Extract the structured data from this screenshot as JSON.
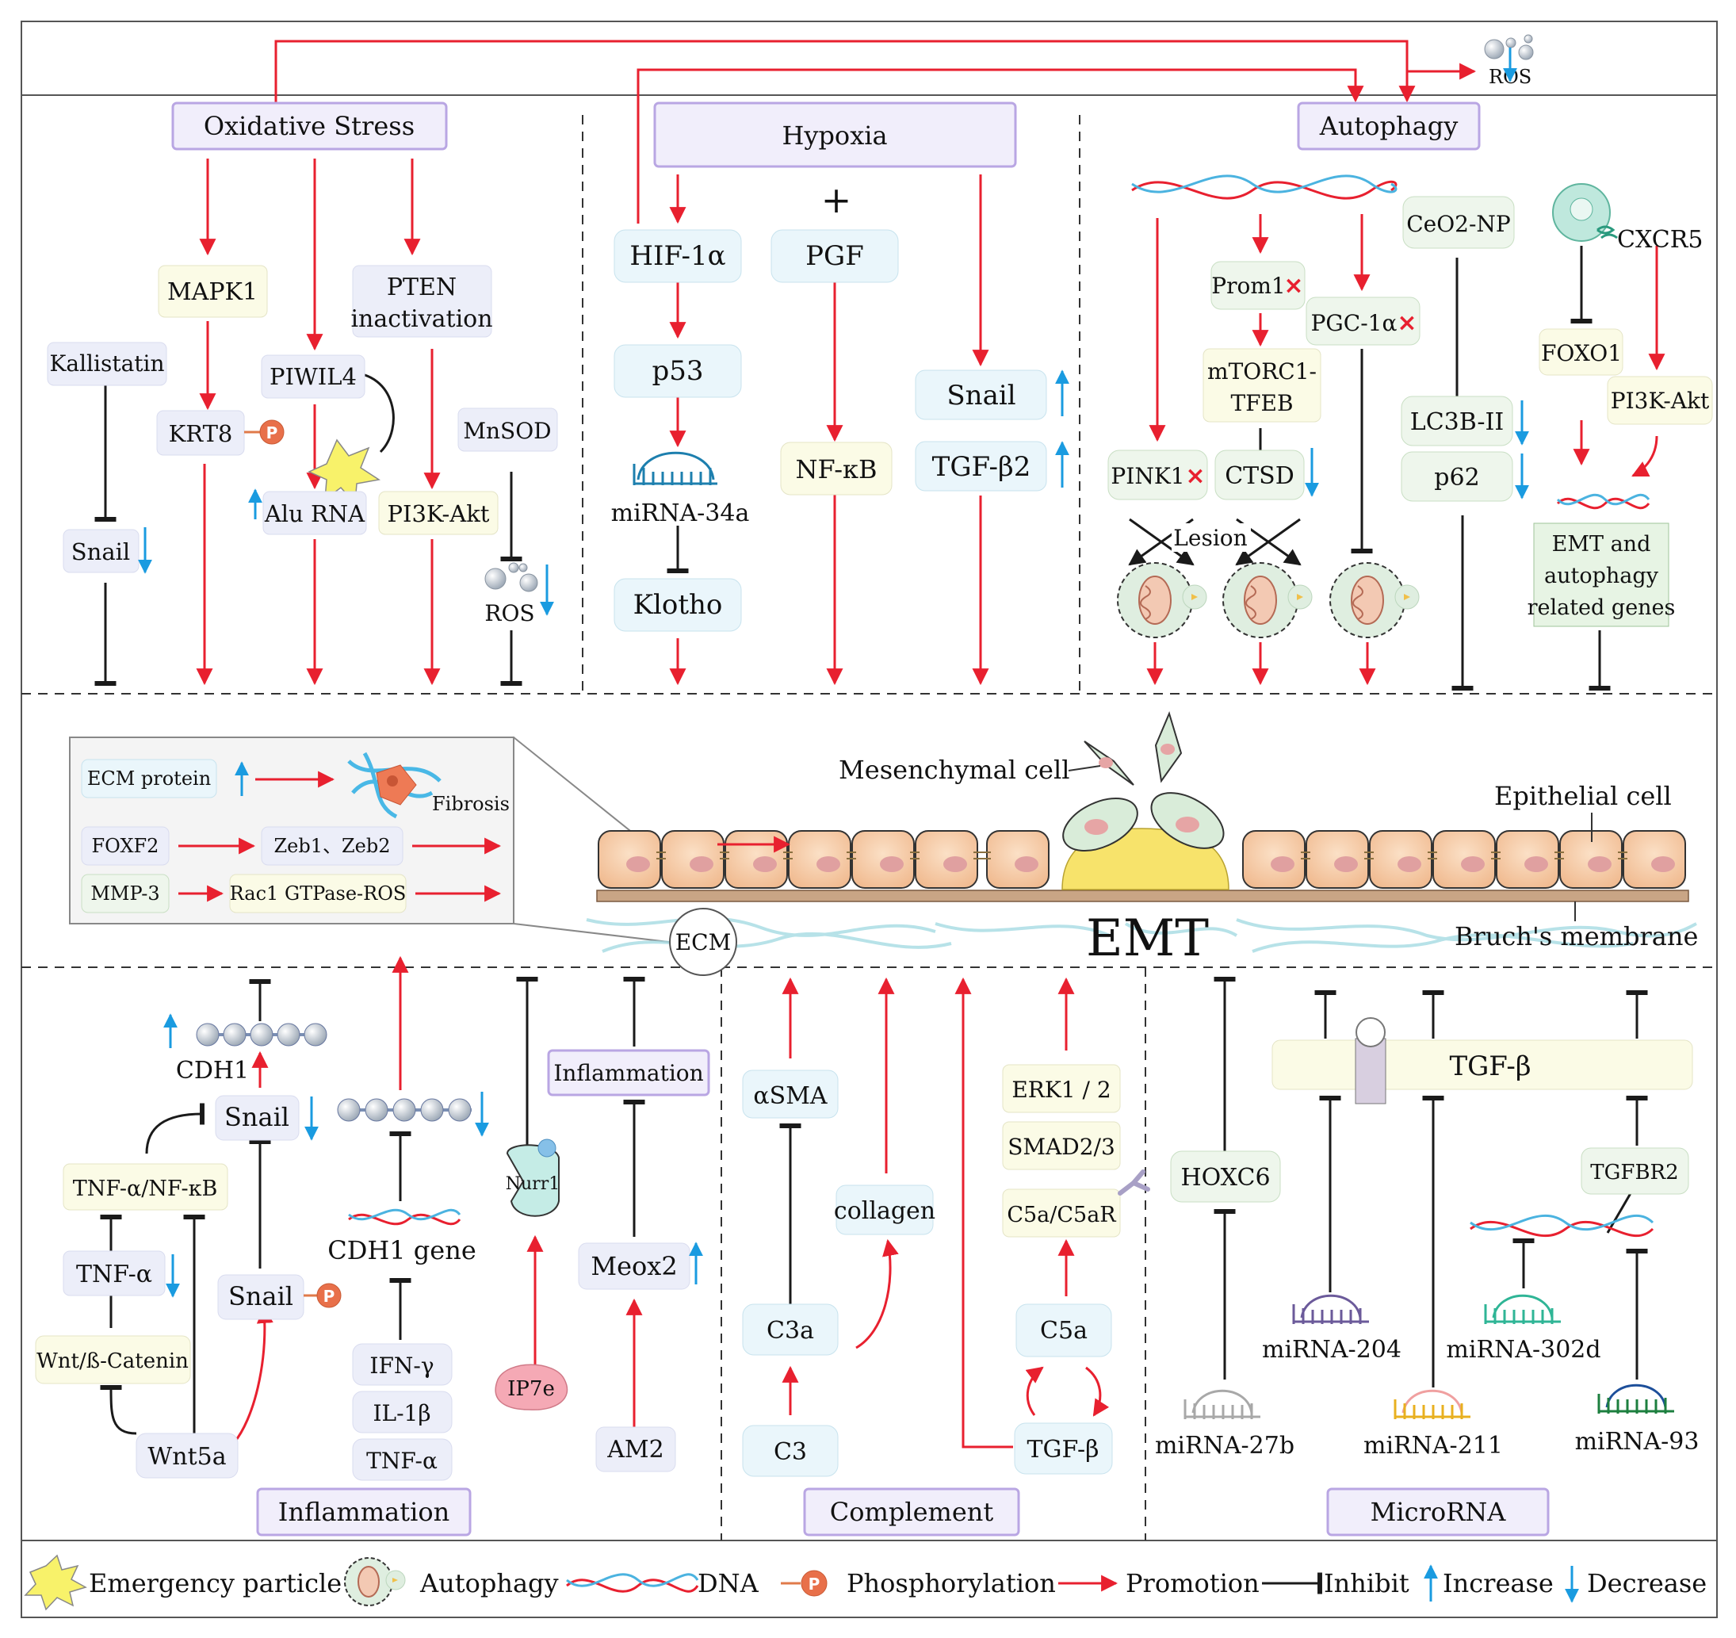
{
  "top_bar": {
    "ros_label": "ROS"
  },
  "sections": {
    "oxidative_stress": "Oxidative Stress",
    "hypoxia": "Hypoxia",
    "autophagy": "Autophagy",
    "inflammation_bottom": "Inflammation",
    "complement": "Complement",
    "microrna": "MicroRNA"
  },
  "oxidative": {
    "mapk1": "MAPK1",
    "pten": "PTEN inactivation",
    "pten_line1": "PTEN",
    "pten_line2": "inactivation",
    "kallistatin": "Kallistatin",
    "piwil4": "PIWIL4",
    "krt8": "KRT8",
    "mnsod": "MnSOD",
    "alu_rna": "Alu RNA",
    "pi3k_akt": "PI3K-Akt",
    "snail": "Snail",
    "ros": "ROS",
    "p_label": "P"
  },
  "hypoxia_nodes": {
    "hif1a": "HIF-1α",
    "plus": "+",
    "pgf": "PGF",
    "p53": "p53",
    "mirna34a": "miRNA-34a",
    "klotho": "Klotho",
    "nfkb": "NF-κB",
    "snail": "Snail",
    "tgfb2": "TGF-β2"
  },
  "autophagy_nodes": {
    "ceo2np": "CeO2-NP",
    "cxcr5": "CXCR5",
    "prom1": "Prom1",
    "pgc1a": "PGC-1α",
    "foxo1": "FOXO1",
    "mtorc1_line1": "mTORC1-",
    "mtorc1_line2": "TFEB",
    "pi3k_akt": "PI3K-Akt",
    "lc3b": "LC3B-II",
    "pink1": "PINK1",
    "ctsd": "CTSD",
    "p62": "p62",
    "lesion": "Lesion",
    "emt_genes_line1": "EMT and",
    "emt_genes_line2": "autophagy",
    "emt_genes_line3": "related genes",
    "x_mark": "×"
  },
  "middle": {
    "ecm_protein": "ECM  protein",
    "fibrosis": "Fibrosis",
    "foxf2": "FOXF2",
    "zeb": "Zeb1、Zeb2",
    "mmp3": "MMP-3",
    "rac1": "Rac1 GTPase-ROS",
    "mesenchymal": "Mesenchymal cell",
    "epithelial": "Epithelial cell",
    "emt": "EMT",
    "ecm": "ECM",
    "bruch": "Bruch's membrane"
  },
  "inflammation_nodes": {
    "cdh1": "CDH1",
    "snail1": "Snail",
    "tnf_nfkb": "TNF-α/NF-κB",
    "tnf_a": "TNF-α",
    "snail2": "Snail",
    "wnt_catenin": "Wnt/ß-Catenin",
    "wnt5a": "Wnt5a",
    "cdh1_gene": "CDH1 gene",
    "ifng": "IFN-γ",
    "il1b": "IL-1β",
    "tnfa2": "TNF-α",
    "nurr1": "Nurr1",
    "ip7e": "IP7e",
    "inflammation_inner": "Inflammation",
    "meox2": "Meox2",
    "am2": "AM2",
    "p_label": "P"
  },
  "complement_nodes": {
    "asma": "αSMA",
    "collagen": "collagen",
    "c3a": "C3a",
    "c3": "C3",
    "erk": "ERK1 / 2",
    "smad": "SMAD2/3",
    "c5a_c5ar": "C5a/C5aR",
    "c5a": "C5a",
    "tgfb": "TGF-β"
  },
  "microrna_nodes": {
    "tgfb": "TGF-β",
    "hoxc6": "HOXC6",
    "tgfbr2": "TGFBR2",
    "mir204": "miRNA-204",
    "mir302d": "miRNA-302d",
    "mir27b": "miRNA-27b",
    "mir211": "miRNA-211",
    "mir93": "miRNA-93"
  },
  "legend": {
    "emergency": "Emergency particle",
    "autophagy": "Autophagy",
    "dna": "DNA",
    "phos": "Phosphorylation",
    "promotion": "Promotion",
    "inhibit": "Inhibit",
    "increase": "Increase",
    "decrease": "Decrease"
  },
  "colors": {
    "promote": "#e8202f",
    "inhibit": "#1a1a1a",
    "increase": "#1a9be0",
    "section_border": "#b9a6e3",
    "section_fill": "#f1eefb",
    "node_blue": "#eaf6fb",
    "node_yellow": "#fbfbe6",
    "node_green": "#eef6ec",
    "node_lav": "#eceef9",
    "cell_fill": "#f6cfaa"
  }
}
